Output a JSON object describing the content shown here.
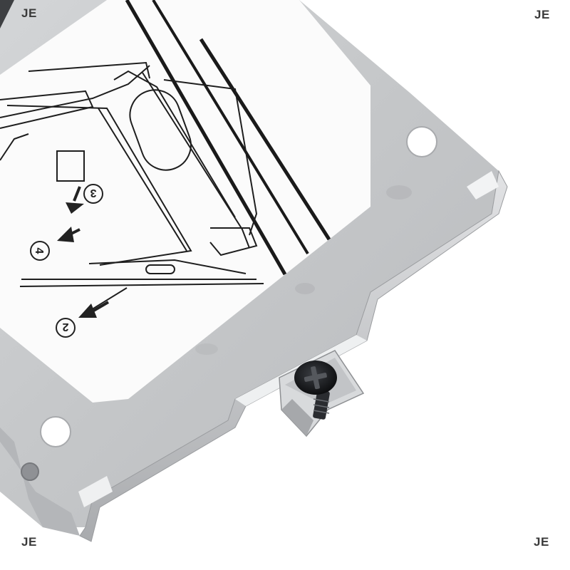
{
  "photo": {
    "subject": "hard-drive-caddy-bracket-with-screw",
    "background_color": "#ffffff",
    "metal_color": "#c7c9cb",
    "label_color": "#fbfbfb"
  },
  "watermarks": {
    "top_left": "JE",
    "top_right": "JE",
    "bottom_left": "JE",
    "bottom_right": "JE"
  },
  "label_steps": {
    "step_2": "2",
    "step_3": "3",
    "step_4": "4"
  }
}
